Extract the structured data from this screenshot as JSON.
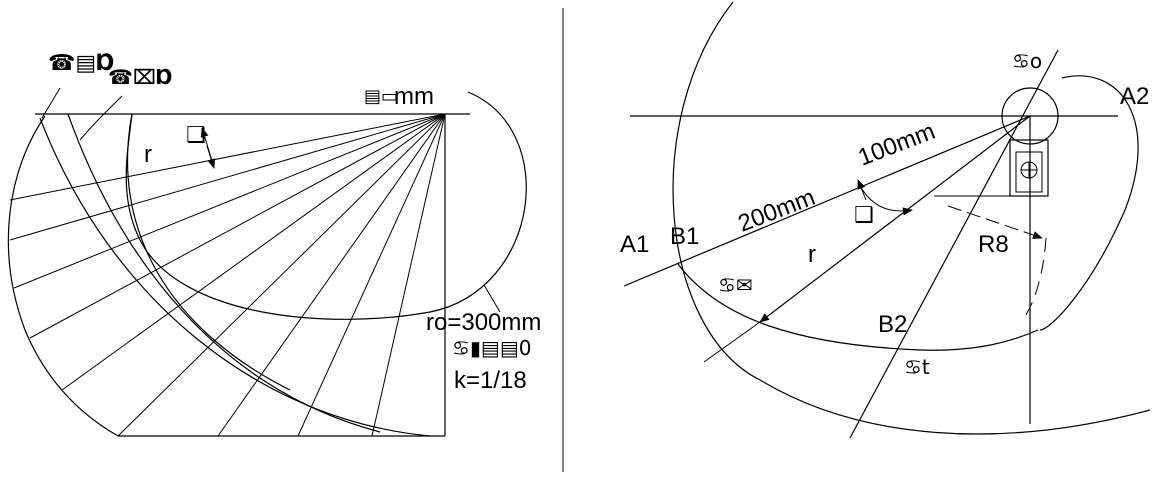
{
  "left_panel": {
    "garbled_top_1": "☎▤Ɒ",
    "garbled_top_2": "☎⌧Ɒ",
    "unit_label": "mm",
    "unit_glyph": "▤▭",
    "r_label": "r",
    "angle_glyph": "❑",
    "r0_label": "ro=300mm",
    "garbled_bottom": "♋▮▤▤0",
    "k_label": "k=1/18"
  },
  "right_panel": {
    "a1_label": "A1",
    "b1_label": "B1",
    "a2_label": "A2",
    "b2_label": "B2",
    "r_label": "r",
    "r8_label": "R8",
    "label_100": "100mm",
    "label_200": "200mm",
    "angle_glyph": "❑",
    "glyph_top": "♋o",
    "glyph_mid": "♋✉",
    "glyph_bottom": "♋t"
  }
}
